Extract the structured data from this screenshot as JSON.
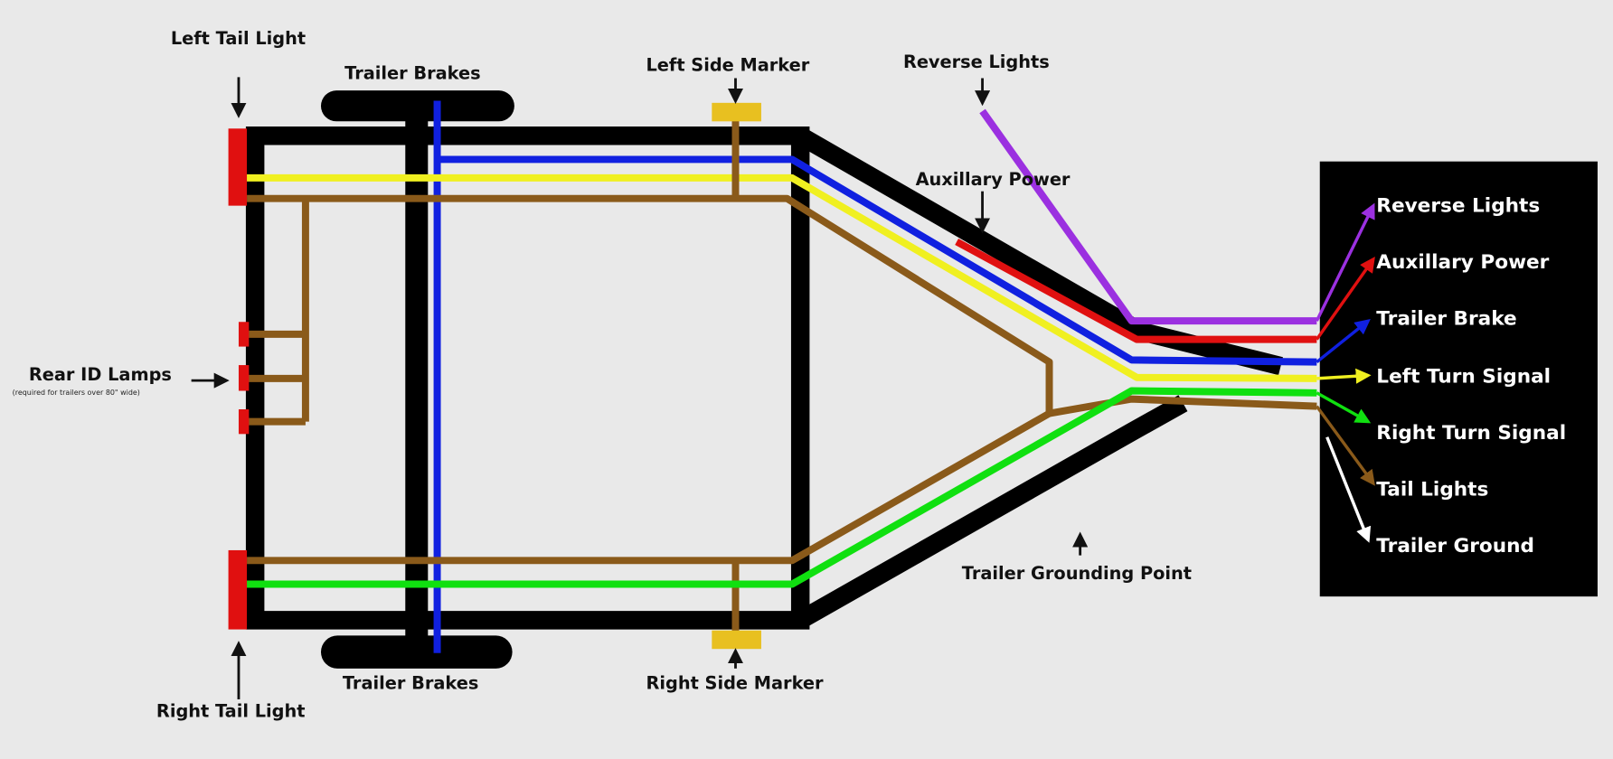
{
  "labels": {
    "left_tail_light": "Left Tail Light",
    "trailer_brakes_top": "Trailer Brakes",
    "left_side_marker": "Left Side Marker",
    "reverse_lights": "Reverse Lights",
    "auxiliary_power": "Auxillary Power",
    "rear_id_lamps": "Rear ID Lamps",
    "rear_id_note": "(required for trailers over 80\" wide)",
    "trailer_grounding_point": "Trailer Grounding Point",
    "trailer_brakes_bottom": "Trailer Brakes",
    "right_side_marker": "Right Side Marker",
    "right_tail_light": "Right Tail Light"
  },
  "legend": [
    {
      "label": "Reverse Lights",
      "color": "#9b30e0"
    },
    {
      "label": "Auxillary Power",
      "color": "#e01010"
    },
    {
      "label": "Trailer Brake",
      "color": "#1020e0"
    },
    {
      "label": "Left Turn Signal",
      "color": "#f0f020"
    },
    {
      "label": "Right Turn Signal",
      "color": "#10e010"
    },
    {
      "label": "Tail Lights",
      "color": "#8a5a1a"
    },
    {
      "label": "Trailer Ground",
      "color": "#ffffff"
    }
  ],
  "colors": {
    "background": "#e9e9e9",
    "frame": "#000000",
    "lamp_red": "#e01010",
    "marker_amber": "#e8c020"
  }
}
